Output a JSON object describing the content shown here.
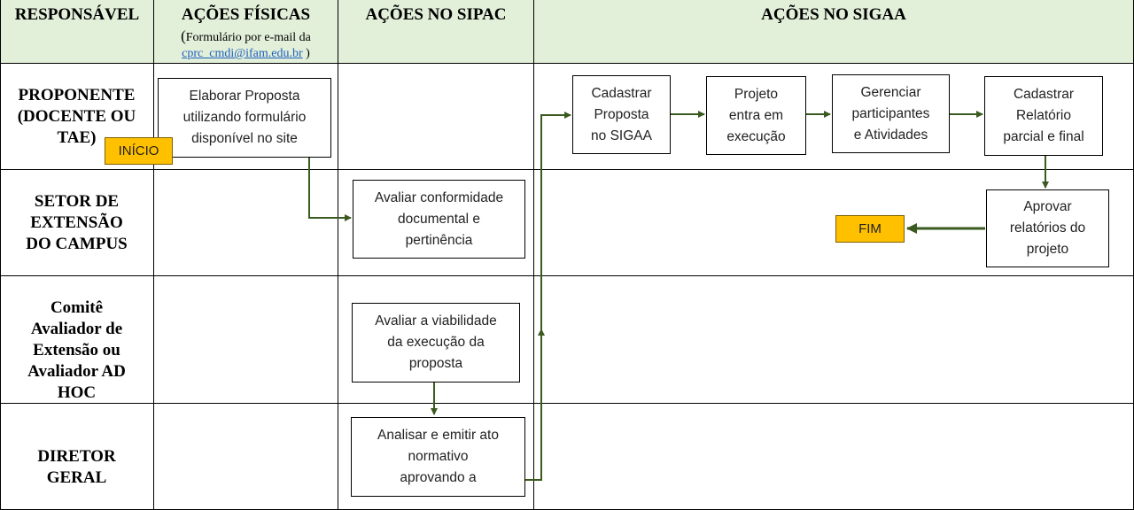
{
  "headers": {
    "responsavel": "RESPONSÁVEL",
    "acoes_fisicas": "AÇÕES FÍSICAS",
    "acoes_fisicas_sub_open": "(",
    "acoes_fisicas_sub": "Formulário por e-mail da",
    "acoes_fisicas_email": "cprc_cmdi@ifam.edu.br",
    "acoes_fisicas_sub_close": " )",
    "acoes_sipac": "AÇÕES NO SIPAC",
    "acoes_sigaa": "AÇÕES NO SIGAA"
  },
  "roles": {
    "proponente": "PROPONENTE\n(DOCENTE OU\nTAE)",
    "setor": "SETOR DE\nEXTENSÃO\nDO CAMPUS",
    "comite": "Comitê\nAvaliador de\nExtensão ou\nAvaliador AD\nHOC",
    "diretor": "DIRETOR\nGERAL"
  },
  "steps": {
    "elaborar": "Elaborar Proposta\nutilizando formulário\ndisponível no site",
    "avaliar_conformidade": "Avaliar conformidade\ndocumental e\npertinência",
    "avaliar_viabilidade": "Avaliar a viabilidade\nda execução da\nproposta",
    "analisar": "Analisar e emitir ato\nnormativo\naprovando a",
    "cadastrar_proposta": "Cadastrar\nProposta\nno SIGAA",
    "projeto_execucao": "Projeto\nentra em\nexecução",
    "gerenciar": "Gerenciar\nparticipantes\ne Atividades",
    "cadastrar_relatorio": "Cadastrar\nRelatório\nparcial e final",
    "aprovar_relatorios": "Aprovar\nrelatórios do\nprojeto"
  },
  "tags": {
    "inicio": "INÍCIO",
    "fim": "FIM"
  },
  "colors": {
    "header_bg": "#e2efd9",
    "arrow": "#3a5a1f",
    "tag_bg": "#ffc000"
  }
}
